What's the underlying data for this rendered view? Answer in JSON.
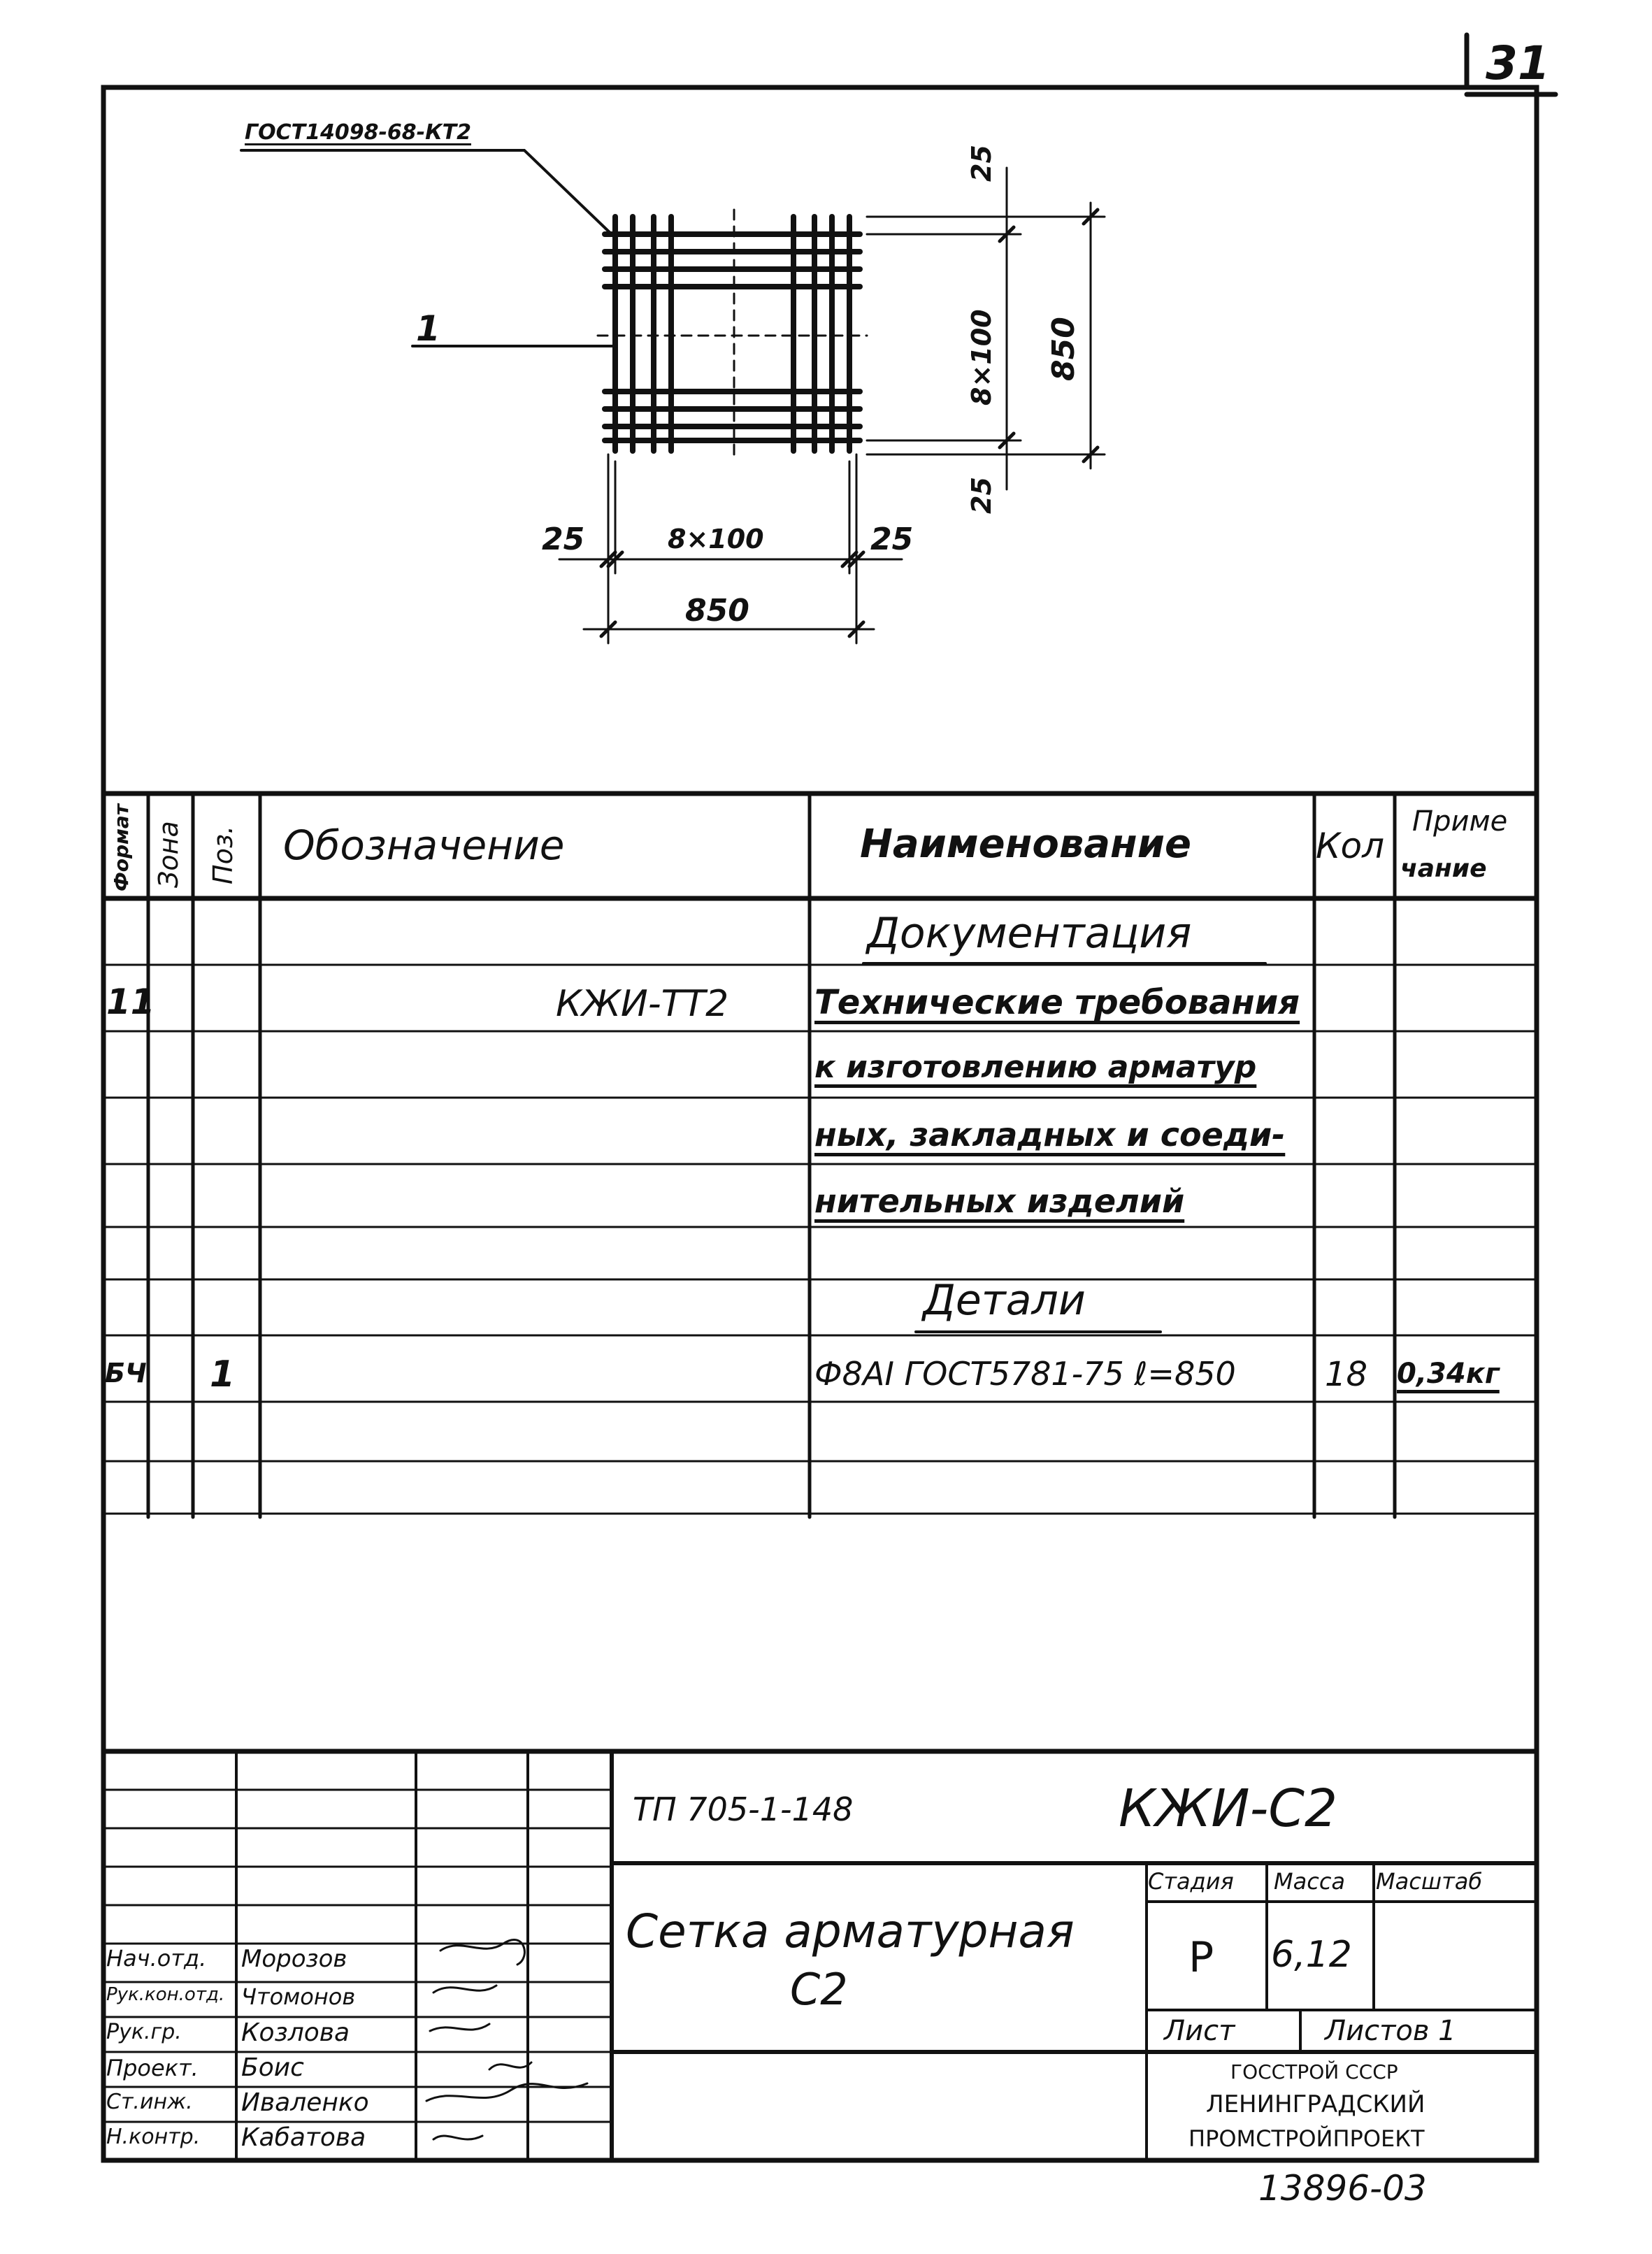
{
  "page": {
    "sheet_number": "31",
    "archive_number": "13896-03"
  },
  "drawing": {
    "gost_label": "ГОСТ14098-68-КТ2",
    "position_mark": "1",
    "dim_left": "25",
    "dim_middle": "8×100",
    "dim_right": "25",
    "dim_bottom_total": "850",
    "dim_top": "25",
    "dim_vert_middle": "8×100",
    "dim_vert_bottom": "25",
    "dim_vert_total": "850"
  },
  "spec_table": {
    "headers": {
      "format": "Формат",
      "zone": "Зона",
      "pos": "Поз.",
      "designation": "Обозначение",
      "name": "Наименование",
      "qty": "Кол",
      "note_line1": "Приме",
      "note_line2": "чание"
    },
    "section_documentation": "Документация",
    "doc_row": {
      "format": "11",
      "designation": "КЖИ-ТТ2",
      "name_lines": [
        "Технические требования",
        "к изготовлению арматур",
        "ных, закладных и соеди-",
        "нительных изделий"
      ]
    },
    "section_details": "Детали",
    "detail_row": {
      "format": "БЧ",
      "pos": "1",
      "name": "Ф8АI ГОСТ5781-75 ℓ=850",
      "qty": "18",
      "note": "0,34кг"
    }
  },
  "title_block": {
    "project_code": "ТП 705-1-148",
    "document_code": "КЖИ-С2",
    "title_line1": "Сетка арматурная",
    "title_line2": "С2",
    "stage_label": "Стадия",
    "mass_label": "Масса",
    "scale_label": "Масштаб",
    "stage_value": "Р",
    "mass_value": "6,12",
    "scale_value": "",
    "sheet_label": "Лист",
    "sheets_label": "Листов 1",
    "org_line1": "ГОССТРОЙ СССР",
    "org_line2": "ЛЕНИНГРАДСКИЙ",
    "org_line3": "ПРОМСТРОЙПРОЕКТ",
    "signatures": [
      {
        "role": "Нач.отд.",
        "name": "Морозов"
      },
      {
        "role": "Рук.кон.отд.",
        "name": "Чтомонов"
      },
      {
        "role": "Рук.гр.",
        "name": "Козлова"
      },
      {
        "role": "Проект.",
        "name": "Боис"
      },
      {
        "role": "Ст.инж.",
        "name": "Иваленко"
      },
      {
        "role": "Н.контр.",
        "name": "Кабатова"
      }
    ]
  }
}
